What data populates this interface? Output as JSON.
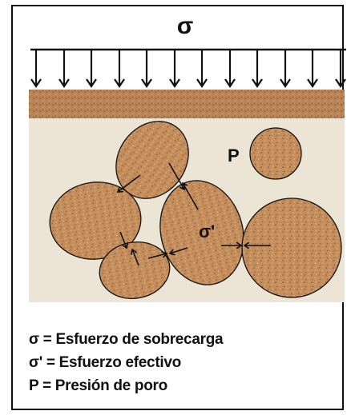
{
  "diagram": {
    "load_symbol": "σ",
    "pore_label": "P",
    "effective_label": "σ'",
    "colors": {
      "soil_band": "#b98558",
      "matrix": "#ece4d4",
      "grain": "#c48e5c",
      "outline": "#111111"
    },
    "legend": [
      {
        "text": "σ = Esfuerzo de sobrecarga"
      },
      {
        "text": "σ' = Esfuerzo efectivo"
      },
      {
        "text": "P = Presión de poro"
      }
    ]
  }
}
